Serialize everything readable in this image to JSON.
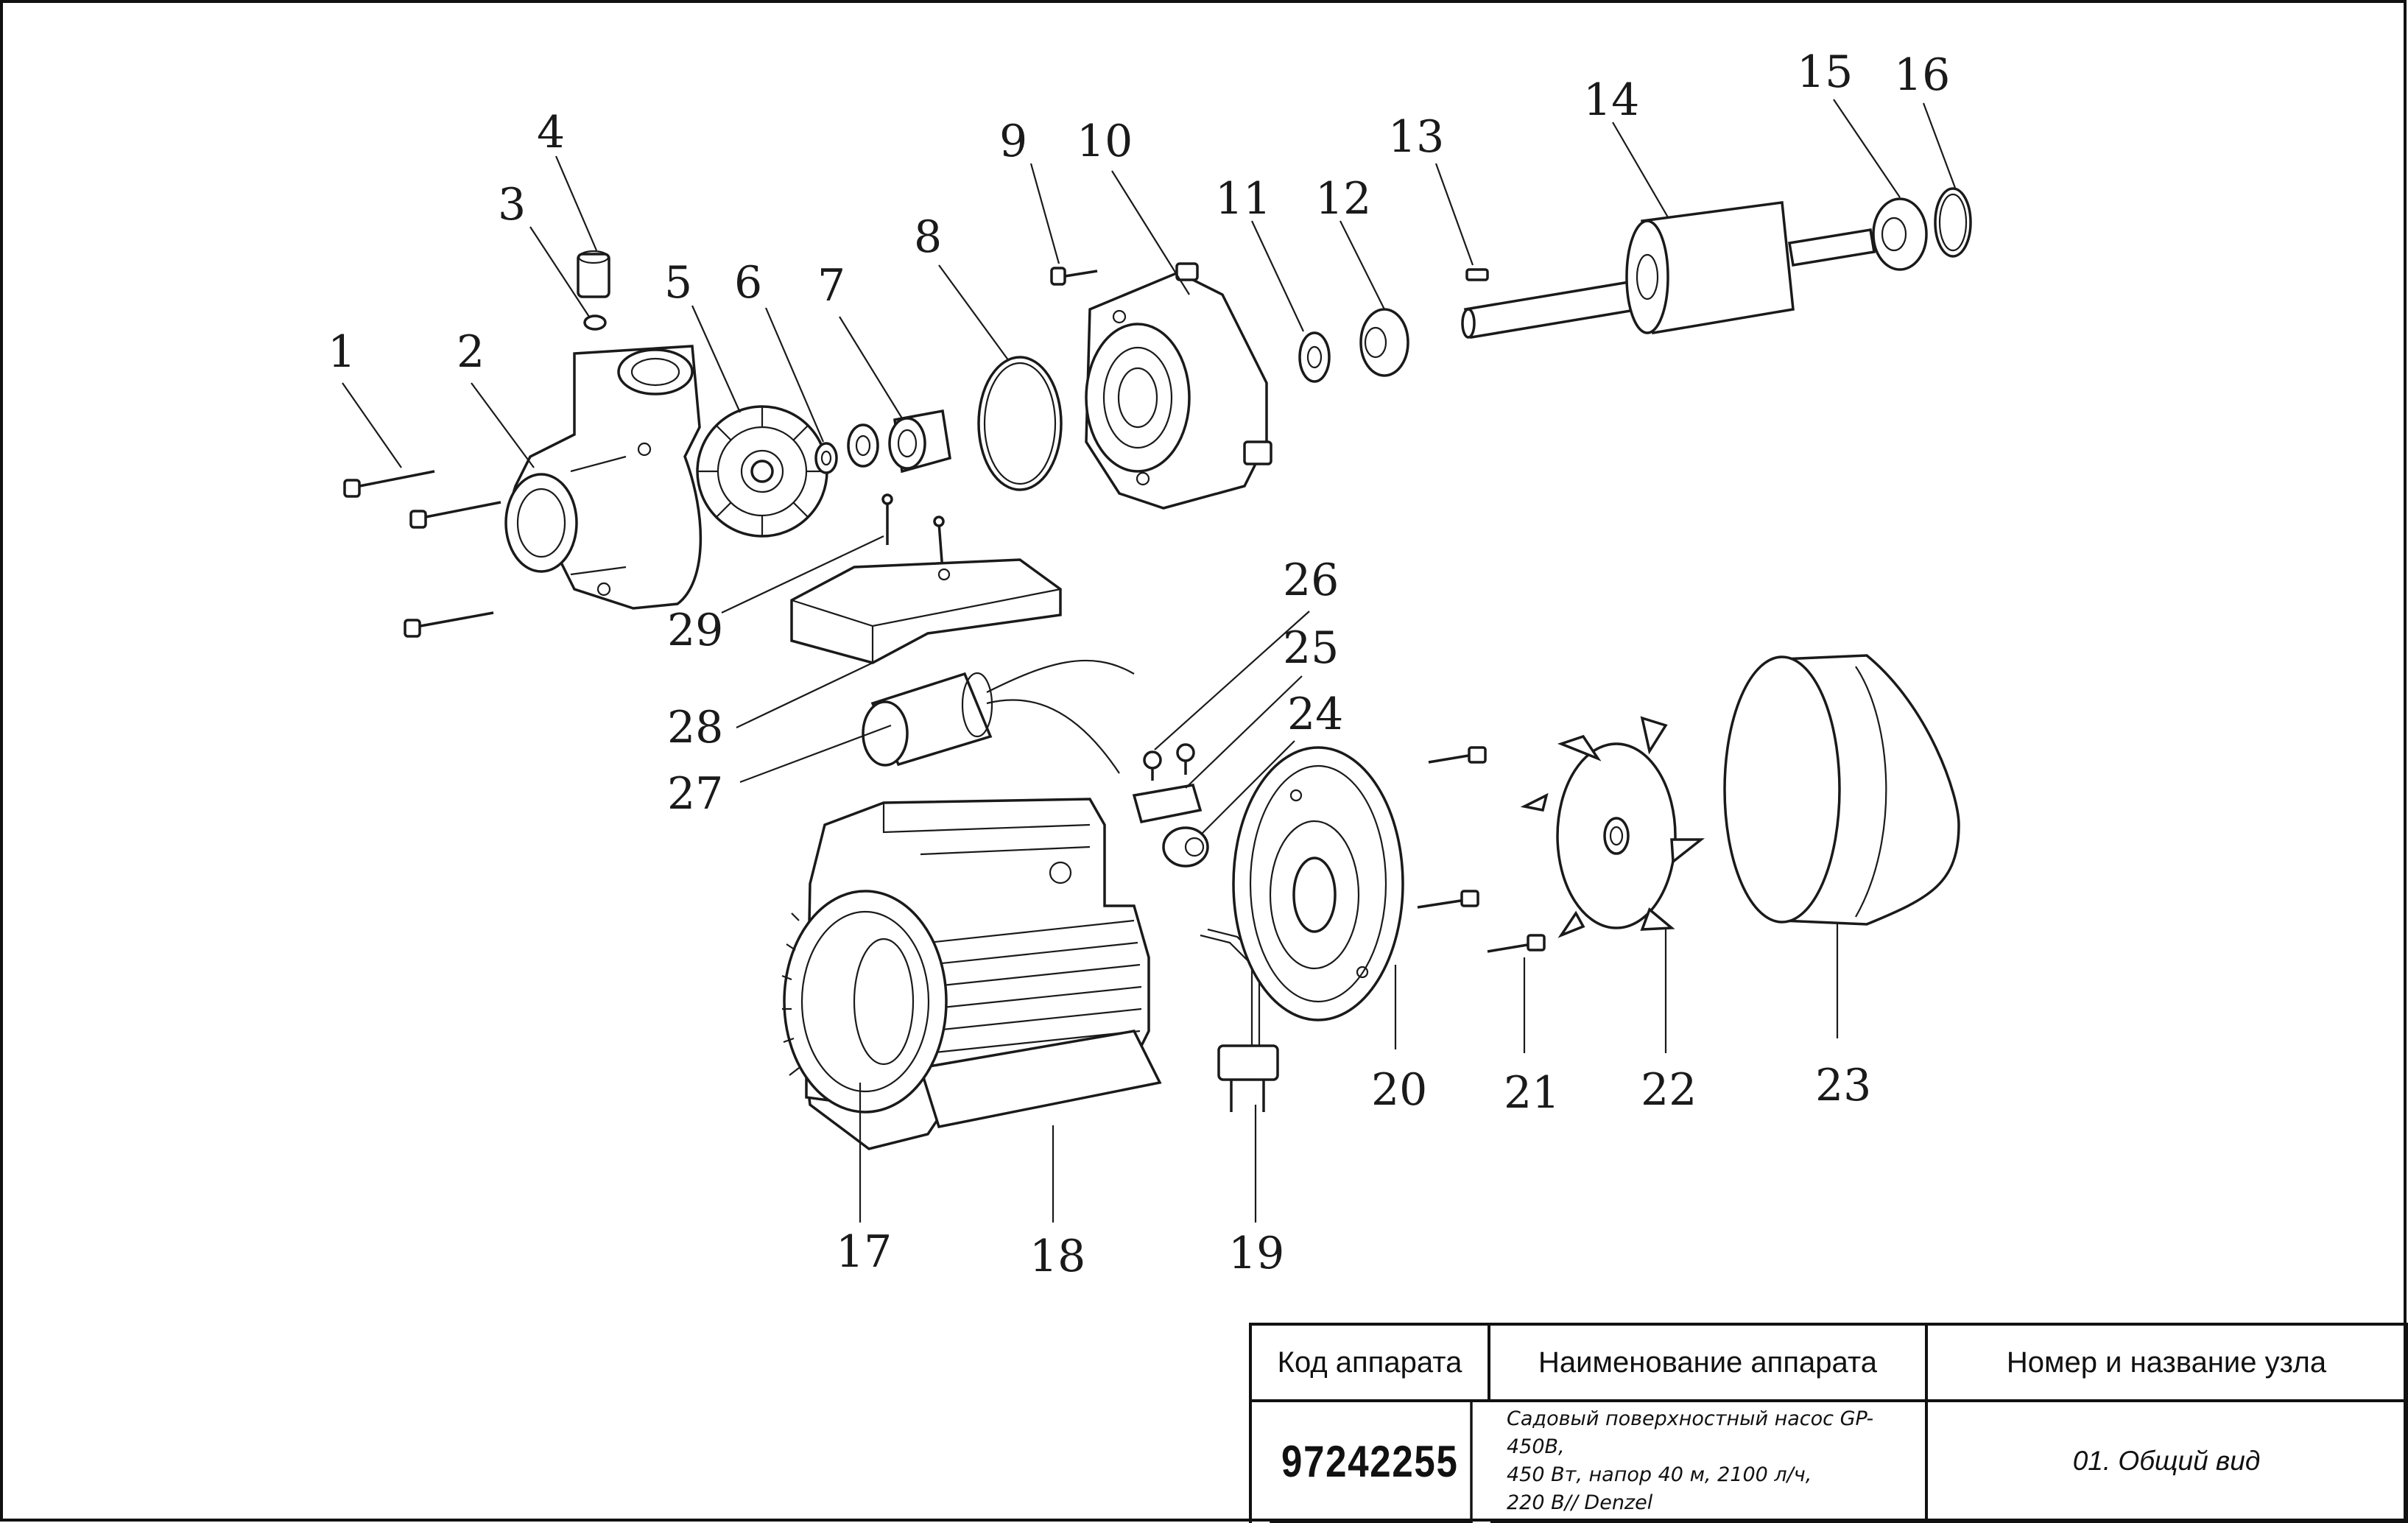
{
  "callouts": [
    "1",
    "2",
    "3",
    "4",
    "5",
    "6",
    "7",
    "8",
    "9",
    "10",
    "11",
    "12",
    "13",
    "14",
    "15",
    "16",
    "17",
    "18",
    "19",
    "20",
    "21",
    "22",
    "23",
    "24",
    "25",
    "26",
    "27",
    "28",
    "29"
  ],
  "title_block": {
    "col_code_header": "Код аппарата",
    "col_name_header": "Наименование аппарата",
    "col_unit_header": "Номер и название узла",
    "code": "97242255",
    "name": "Садовый поверхностный насос GP-450B,\n450 Вт, напор 40 м, 2100 л/ч,\n220 В// Denzel",
    "unit": "01. Общий вид"
  }
}
